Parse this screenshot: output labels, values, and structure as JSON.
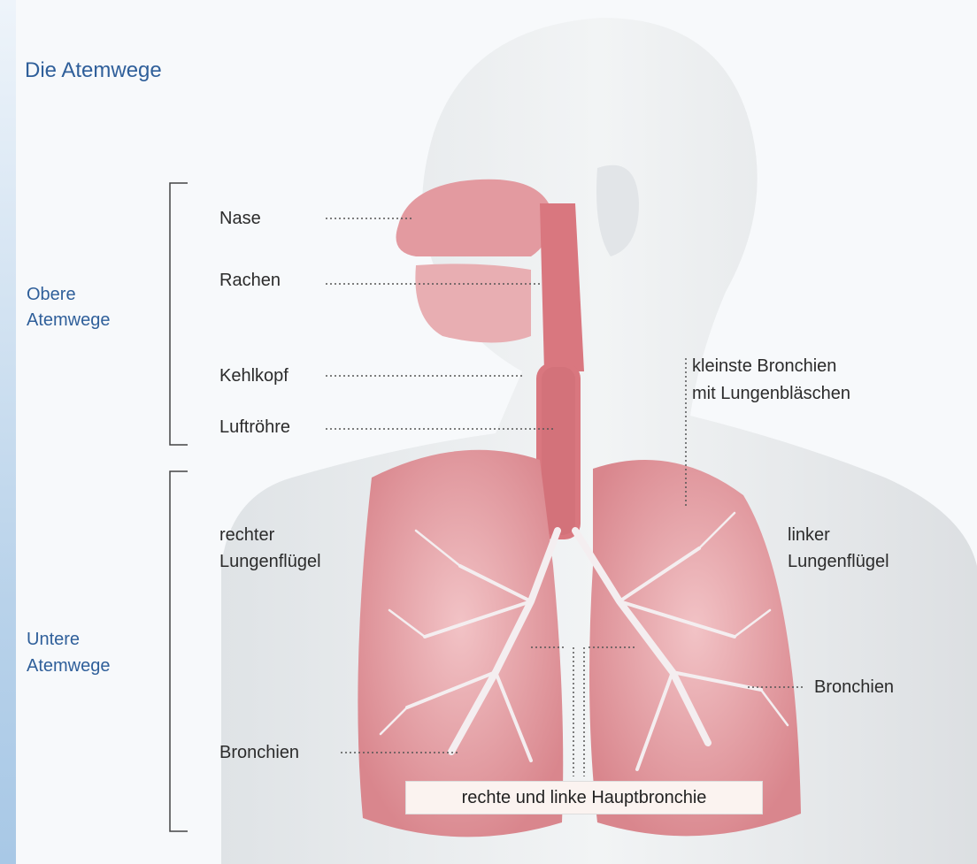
{
  "title": "Die Atemwege",
  "groups": {
    "upper_line1": "Obere",
    "upper_line2": "Atemwege",
    "lower_line1": "Untere",
    "lower_line2": "Atemwege"
  },
  "labels": {
    "nose": "Nase",
    "pharynx": "Rachen",
    "larynx": "Kehlkopf",
    "trachea": "Luftröhre",
    "right_lung_line1": "rechter",
    "right_lung_line2": "Lungenflügel",
    "left_lung_line1": "linker",
    "left_lung_line2": "Lungenflügel",
    "alveoli_line1": "kleinste Bronchien",
    "alveoli_line2": "mit Lungenbläschen",
    "bronchi_left": "Bronchien",
    "bronchi_right": "Bronchien",
    "main_bronchi": "rechte und linke Hauptbronchie"
  },
  "colors": {
    "group_text": "#2f5f9a",
    "label_text": "#2b2b2b",
    "lung": "#e7a0a6",
    "airway": "#d9777f",
    "body": "#e9ecee"
  }
}
